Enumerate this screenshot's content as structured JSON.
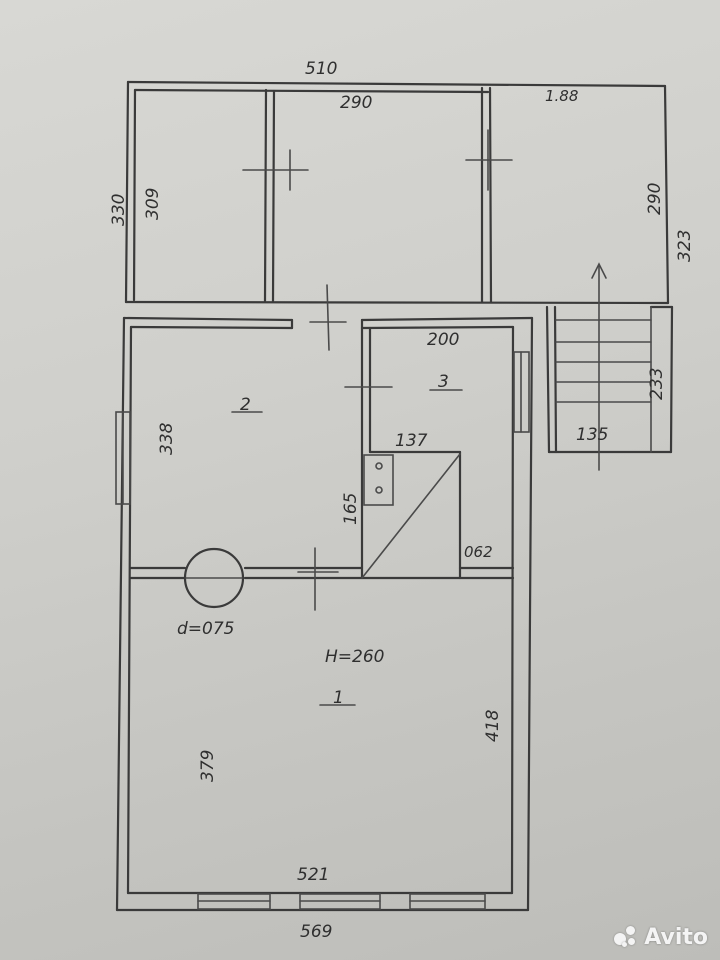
{
  "top_block": {
    "overall_width": "510",
    "room_width": "290",
    "right_width": "1.88",
    "left_height": "330",
    "inner_height": "309",
    "right_height": "290",
    "right_outer_height": "323"
  },
  "stairs": {
    "length": "233",
    "width": "135"
  },
  "room_2": {
    "label": "2",
    "height": "338"
  },
  "room_3": {
    "label": "3",
    "width": "200"
  },
  "cabinet": {
    "width": "137",
    "height": "165",
    "offset": "062"
  },
  "stove": {
    "diameter": "d=075"
  },
  "room_1": {
    "label": "1",
    "ceiling_height": "H=260",
    "left_length": "379",
    "right_length": "418",
    "inner_width": "521",
    "outer_width": "569"
  },
  "watermark": {
    "text": "Avito"
  }
}
